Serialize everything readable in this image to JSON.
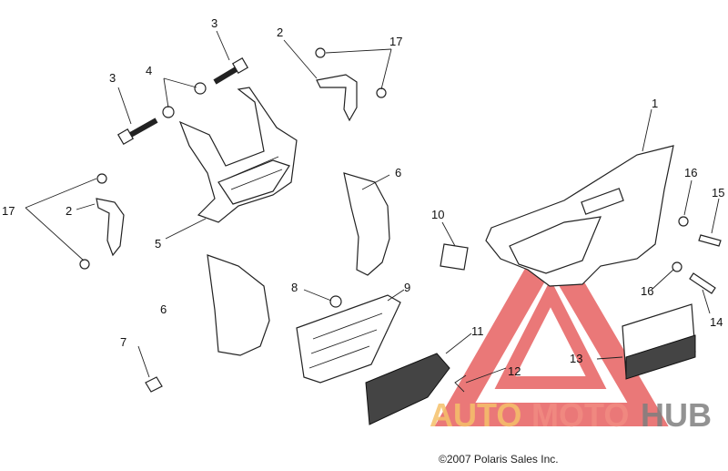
{
  "callouts": [
    "1",
    "2",
    "2",
    "3",
    "3",
    "4",
    "5",
    "6",
    "6",
    "7",
    "8",
    "9",
    "10",
    "11",
    "12",
    "13",
    "14",
    "15",
    "16",
    "16",
    "17",
    "17"
  ],
  "watermark": {
    "part1": "AUTO",
    "part2": "MOTO",
    "part3": "HUB",
    "colors": {
      "auto": "#f5c16b",
      "moto": "#f28b82",
      "hub": "#7f7f7f",
      "triangle": "#e34b4b"
    }
  },
  "copyright": "©2007 Polaris Sales Inc."
}
